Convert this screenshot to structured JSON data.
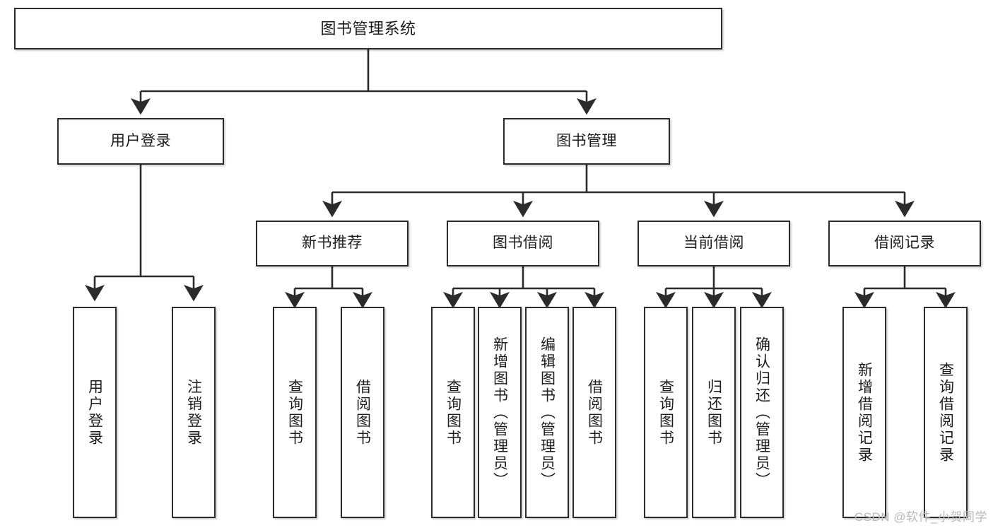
{
  "diagram": {
    "title": "图书管理系统",
    "type": "hierarchy-tree",
    "watermark": "CSDN @软件_小贺同学",
    "colors": {
      "stroke": "#2b2b2b",
      "fill": "#ffffff",
      "text": "#1c1c1c",
      "watermark": "#b9b9b9"
    },
    "levels": {
      "level0": [
        {
          "id": "root",
          "label": "图书管理系统",
          "orientation": "horizontal"
        }
      ],
      "level1": [
        {
          "id": "n-user-login",
          "label": "用户登录",
          "orientation": "horizontal"
        },
        {
          "id": "n-book-mgmt",
          "label": "图书管理",
          "orientation": "horizontal"
        }
      ],
      "level2": [
        {
          "id": "n-new-book-rec",
          "label": "新书推荐",
          "orientation": "horizontal"
        },
        {
          "id": "n-book-borrow",
          "label": "图书借阅",
          "orientation": "horizontal"
        },
        {
          "id": "n-current-borrow",
          "label": "当前借阅",
          "orientation": "horizontal"
        },
        {
          "id": "n-borrow-record",
          "label": "借阅记录",
          "orientation": "horizontal"
        }
      ],
      "level3": [
        {
          "id": "leaf-1",
          "label": "用户登录",
          "orientation": "vertical",
          "parent": "n-user-login"
        },
        {
          "id": "leaf-2",
          "label": "注销登录",
          "orientation": "vertical",
          "parent": "n-user-login"
        },
        {
          "id": "leaf-3",
          "label": "查询图书",
          "orientation": "vertical",
          "parent": "n-new-book-rec"
        },
        {
          "id": "leaf-4",
          "label": "借阅图书",
          "orientation": "vertical",
          "parent": "n-new-book-rec"
        },
        {
          "id": "leaf-5",
          "label": "查询图书",
          "orientation": "vertical",
          "parent": "n-book-borrow"
        },
        {
          "id": "leaf-6",
          "label": "新增图书（管理员）",
          "orientation": "vertical",
          "parent": "n-book-borrow"
        },
        {
          "id": "leaf-7",
          "label": "编辑图书（管理员）",
          "orientation": "vertical",
          "parent": "n-book-borrow"
        },
        {
          "id": "leaf-8",
          "label": "借阅图书",
          "orientation": "vertical",
          "parent": "n-book-borrow"
        },
        {
          "id": "leaf-9",
          "label": "查询图书",
          "orientation": "vertical",
          "parent": "n-current-borrow"
        },
        {
          "id": "leaf-10",
          "label": "归还图书",
          "orientation": "vertical",
          "parent": "n-current-borrow"
        },
        {
          "id": "leaf-11",
          "label": "确认归还（管理员）",
          "orientation": "vertical",
          "parent": "n-current-borrow"
        },
        {
          "id": "leaf-12",
          "label": "新增借阅记录",
          "orientation": "vertical",
          "parent": "n-borrow-record"
        },
        {
          "id": "leaf-13",
          "label": "查询借阅记录",
          "orientation": "vertical",
          "parent": "n-borrow-record"
        }
      ]
    }
  }
}
